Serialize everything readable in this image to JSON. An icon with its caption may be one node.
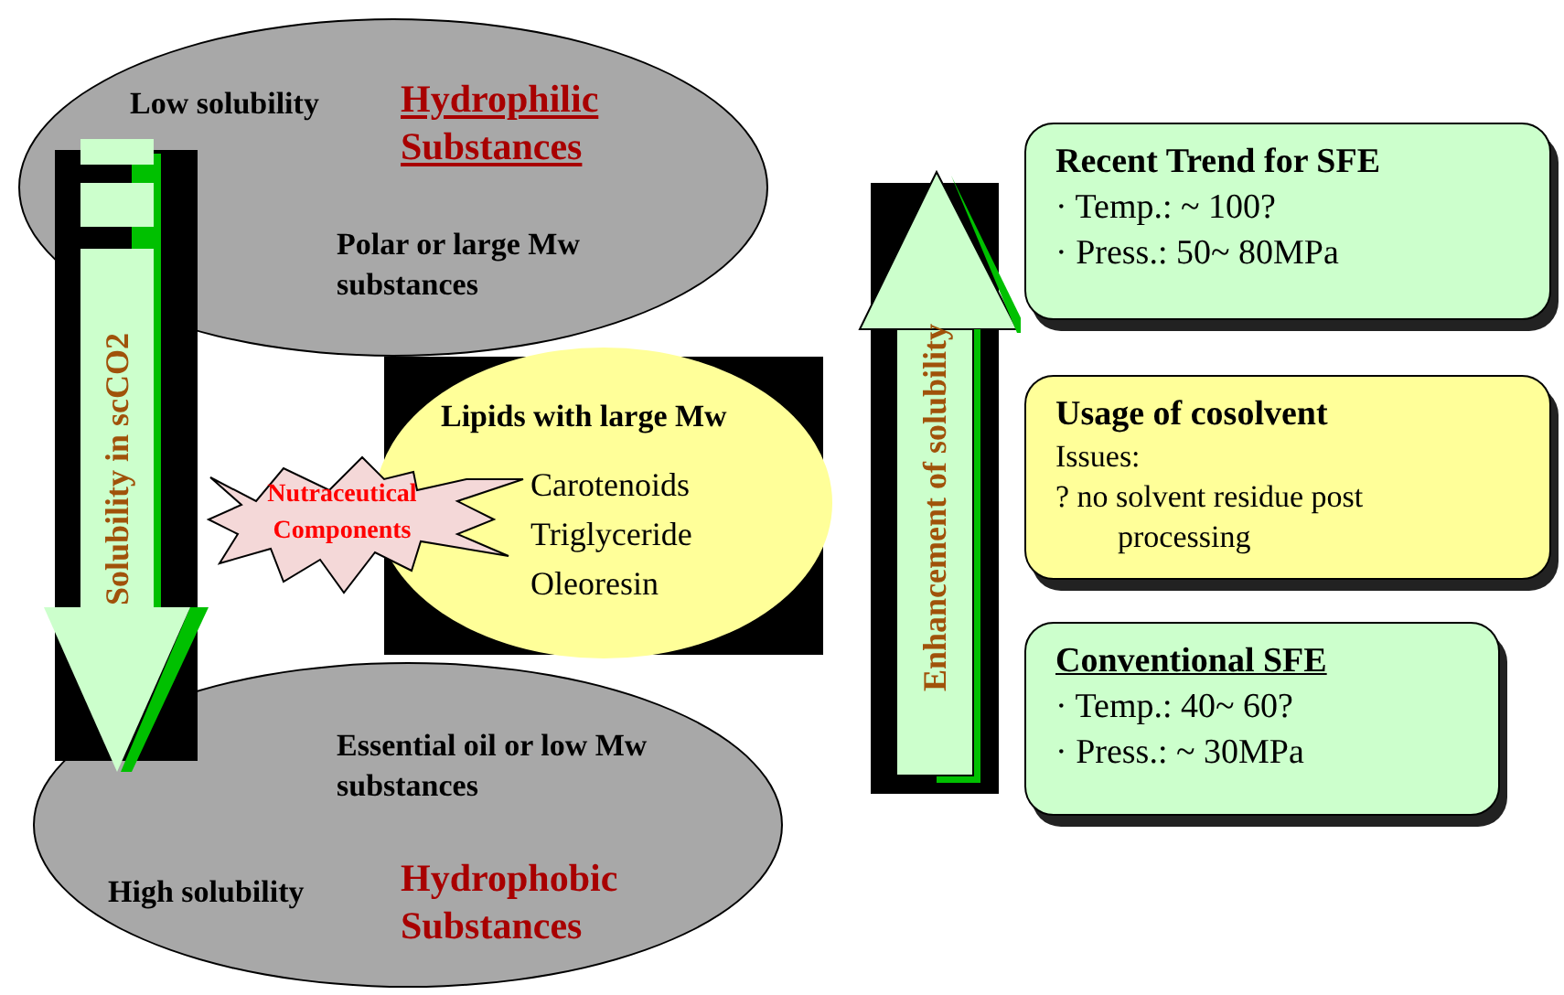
{
  "diagram": {
    "nodes": [
      {
        "text": [
          "Low solubility",
          "Hydrophilic Substances",
          "Polar or large Mw substances"
        ]
      },
      {
        "text": [
          "Nutraceutical Components"
        ]
      },
      {
        "text": [
          "Lipids with large Mw",
          "Carotenoids",
          "Triglyceride",
          "Oleoresin"
        ]
      },
      {
        "text": [
          "Essential oil or low Mw substances",
          "High solubility",
          "Hydrophobic Substances"
        ]
      },
      {
        "text": [
          "Enhancement of solubility"
        ]
      },
      {
        "text": [
          "Recent Trend for SFE",
          "· Temp.: ~ 100?",
          "· Press.: 50~ 80MPa"
        ]
      },
      {
        "text": [
          "Usage of cosolvent",
          "Issues:",
          "? no solvent residue post processing"
        ]
      },
      {
        "text": [
          "Conventional SFE",
          "· Temp.: 40~ 60?",
          "· Press.: ~ 30MPa"
        ]
      }
    ],
    "edges": [
      {
        "from": 0,
        "to": 3,
        "arrow": "to",
        "label": "Solubility in scCO2"
      }
    ]
  }
}
